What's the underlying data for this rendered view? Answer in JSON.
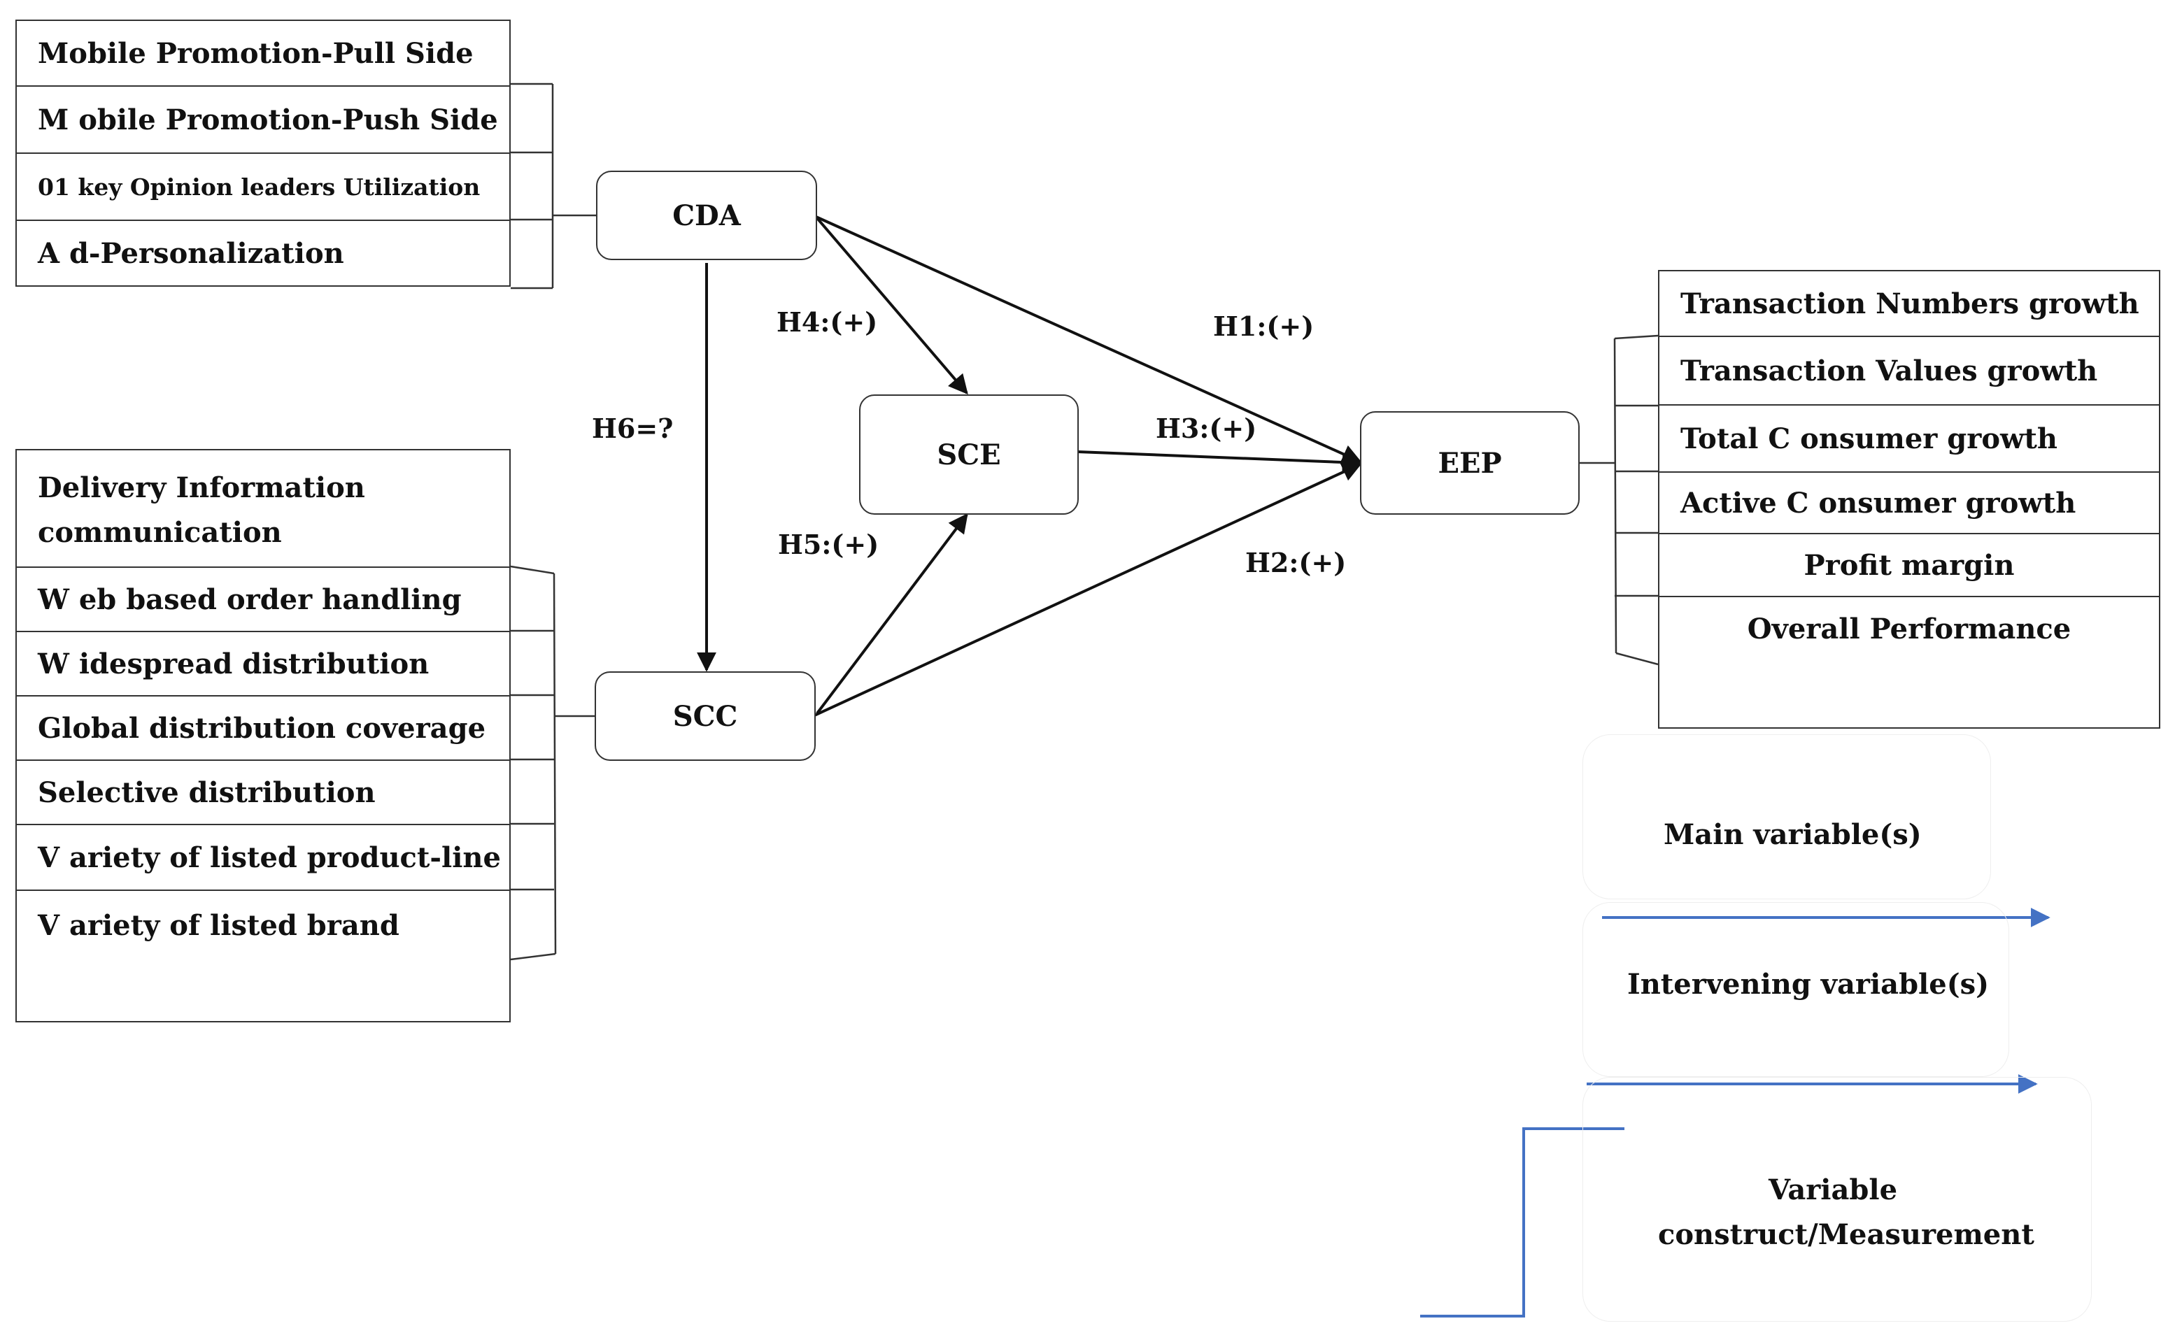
{
  "left_top_items": [
    "Mobile Promotion-Pull Side",
    "M obile Promotion-Push Side",
    "01 key  Opinion leaders Utilization",
    "A d-Personalization"
  ],
  "left_bottom_items": [
    "Delivery Information communication",
    "W eb based order handling",
    "W idespread distribution",
    "Global distribution coverage",
    "Selective distribution",
    "V ariety of listed product-line",
    "V ariety of listed brand"
  ],
  "right_items": [
    "Transaction Numbers growth",
    "Transaction Values growth",
    "Total C onsumer growth",
    "Active C onsumer growth",
    "Profit margin",
    "Overall Performance"
  ],
  "nodes": {
    "cda": "CDA",
    "scc": "SCC",
    "sce": "SCE",
    "eep": "EEP"
  },
  "hypotheses": {
    "h1": "H1:(+)",
    "h2": "H2:(+)",
    "h3": "H3:(+)",
    "h4": "H4:(+)",
    "h5": "H5:(+)",
    "h6": "H6=?"
  },
  "legend": {
    "main": "Main variable(s)",
    "intervening": "Intervening variable(s)",
    "construct": "Variable construct/Measurement",
    "arrow_color": "#4472c4"
  }
}
